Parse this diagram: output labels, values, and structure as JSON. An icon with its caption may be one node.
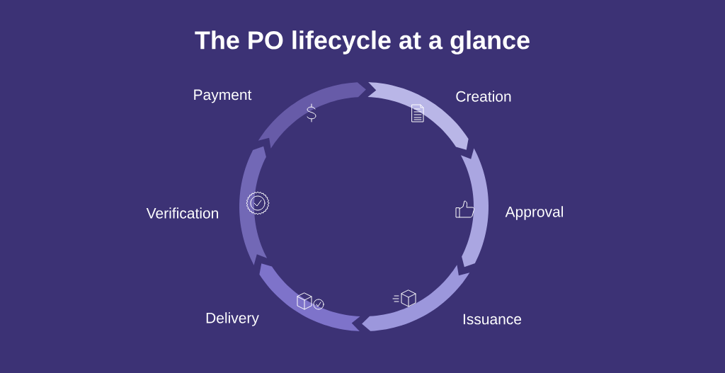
{
  "diagram": {
    "title": "The PO lifecycle at a glance",
    "nodes": [
      {
        "text": [
          "Creation"
        ]
      },
      {
        "text": [
          "Approval"
        ]
      },
      {
        "text": [
          "Issuance"
        ]
      },
      {
        "text": [
          "Delivery"
        ]
      },
      {
        "text": [
          "Verification"
        ]
      },
      {
        "text": [
          "Payment"
        ]
      }
    ]
  }
}
